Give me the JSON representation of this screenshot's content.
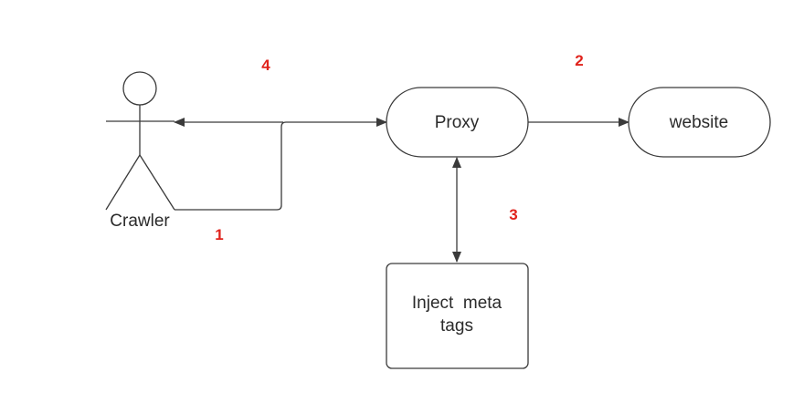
{
  "diagram": {
    "actor": {
      "label": "Crawler"
    },
    "nodes": {
      "proxy": {
        "label": "Proxy"
      },
      "website": {
        "label": "website"
      },
      "inject": {
        "label_line1": "Inject  meta",
        "label_line2": "tags"
      }
    },
    "steps": {
      "step1": "1",
      "step2": "2",
      "step3": "3",
      "step4": "4"
    },
    "colors": {
      "stroke": "#3a3a3a",
      "text": "#2b2b2b",
      "step": "#e0231c",
      "background": "#ffffff"
    }
  }
}
